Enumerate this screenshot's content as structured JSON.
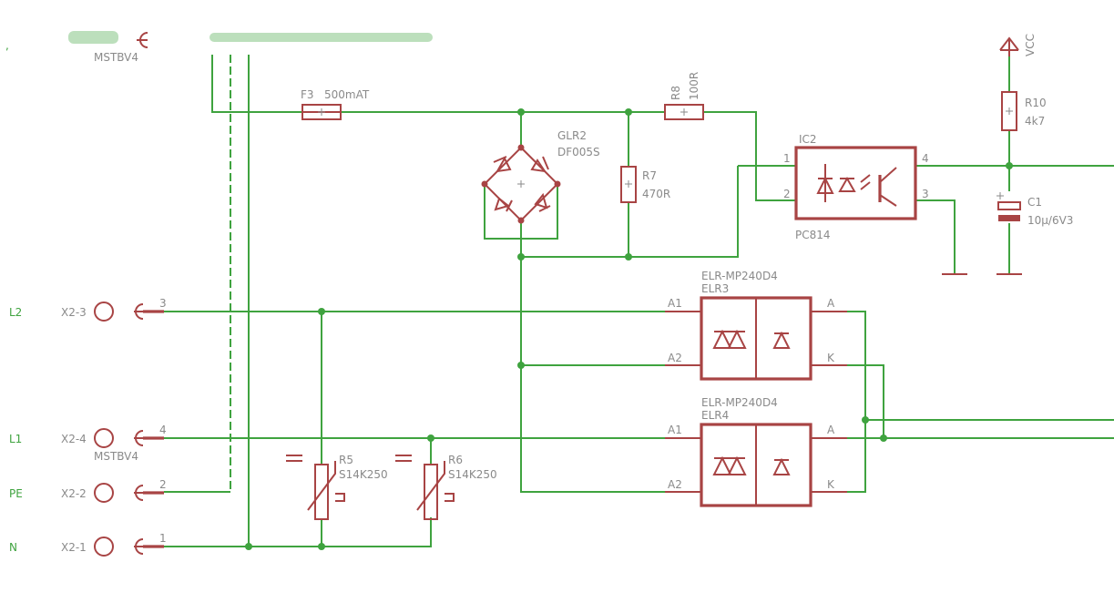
{
  "connector_top": {
    "label": "MSTBV4"
  },
  "fuse": {
    "name": "F3",
    "value": "500mAT"
  },
  "r8": {
    "name": "R8",
    "value": "100R"
  },
  "vcc": {
    "label": "VCC"
  },
  "r10": {
    "name": "R10",
    "value": "4k7"
  },
  "c1": {
    "name": "C1",
    "value": "10µ/6V3"
  },
  "bridge": {
    "name": "GLR2",
    "value": "DF005S"
  },
  "r7": {
    "name": "R7",
    "value": "470R"
  },
  "ic2": {
    "name": "IC2",
    "value": "PC814",
    "pins": [
      "1",
      "2",
      "4",
      "3"
    ]
  },
  "elr3": {
    "type": "ELR-MP240D4",
    "name": "ELR3",
    "pins": {
      "a1": "A1",
      "a2": "A2",
      "a": "A",
      "k": "K"
    }
  },
  "elr4": {
    "type": "ELR-MP240D4",
    "name": "ELR4",
    "pins": {
      "a1": "A1",
      "a2": "A2",
      "a": "A",
      "k": "K"
    }
  },
  "r5": {
    "name": "R5",
    "value": "S14K250"
  },
  "r6": {
    "name": "R6",
    "value": "S14K250"
  },
  "connectors": [
    {
      "net": "L2",
      "ref": "X2-3",
      "pin": "3"
    },
    {
      "net": "L1",
      "ref": "X2-4",
      "pin": "4",
      "sub": "MSTBV4"
    },
    {
      "net": "PE",
      "ref": "X2-2",
      "pin": "2"
    },
    {
      "net": "N",
      "ref": "X2-1",
      "pin": "1"
    }
  ]
}
